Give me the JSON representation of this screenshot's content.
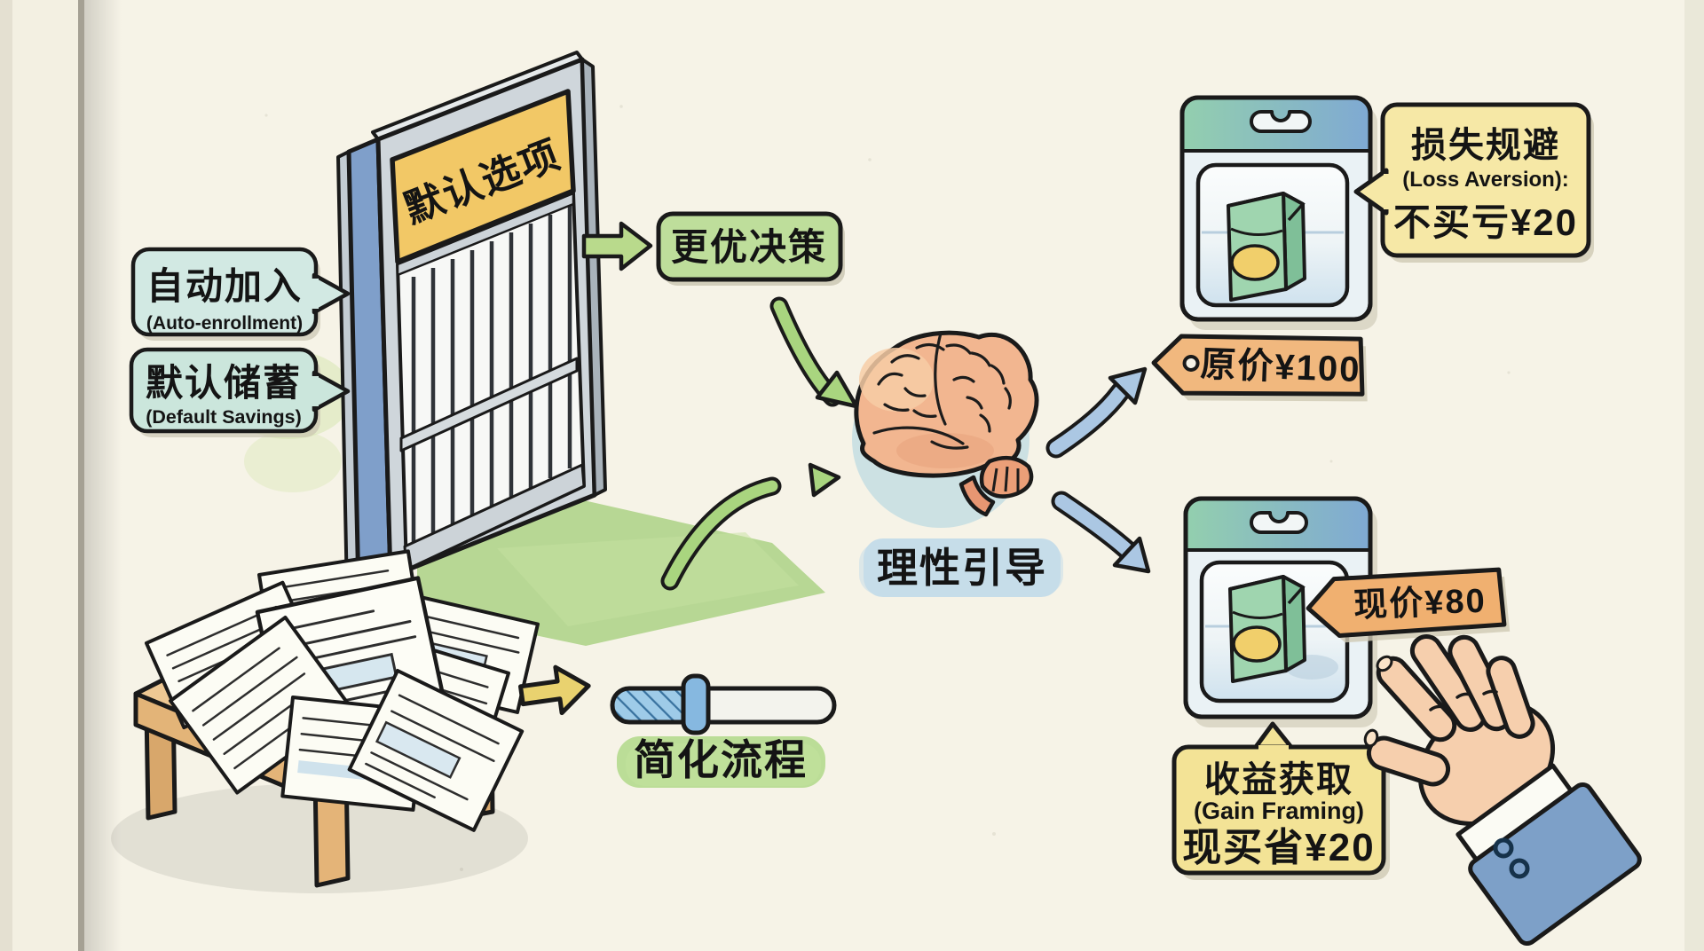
{
  "colors": {
    "paper": "#f6f3e7",
    "bubble_teal": "#d2e9e3",
    "sign_yellow": "#f2c866",
    "button_green": "#bede9b",
    "label_blue": "#c6dde9",
    "highlight_green": "#b5da8e",
    "tag_orange": "#f1b87e",
    "note_yellow": "#f6e8a6",
    "arrow_blue": "#abc7e3",
    "arrow_green": "#a9d57f"
  },
  "gate": {
    "sign": "默认选项"
  },
  "nudges": {
    "auto_enroll": {
      "zh": "自动加入",
      "en": "(Auto-enrollment)"
    },
    "default_savings": {
      "zh": "默认储蓄",
      "en": "(Default Savings)"
    }
  },
  "outcomes": {
    "better_decision": "更优决策",
    "rational_guidance": "理性引导",
    "simplify_process": "简化流程"
  },
  "pricing": {
    "original": "原价¥100",
    "current": "现价¥80"
  },
  "framing": {
    "loss": {
      "zh": "损失规避",
      "en": "(Loss Aversion):",
      "value": "不买亏¥20"
    },
    "gain": {
      "zh": "收益获取",
      "en": "(Gain Framing)",
      "value": "现买省¥20"
    }
  }
}
